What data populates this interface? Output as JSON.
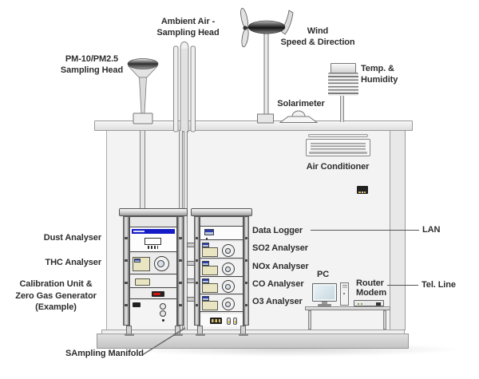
{
  "sensors": {
    "pm_head": {
      "line1": "PM-10/PM2.5",
      "line2": "Sampling Head"
    },
    "ambient_air": {
      "line1": "Ambient Air -",
      "line2": "Sampling Head"
    },
    "wind": {
      "line1": "Wind",
      "line2": "Speed & Direction"
    },
    "solarimeter": {
      "label": "Solarimeter"
    },
    "temp_humidity": {
      "line1": "Temp. &",
      "line2": "Humidity"
    }
  },
  "shelter": {
    "air_conditioner": "Air Conditioner",
    "sampling_manifold": "SAmpling Manifold"
  },
  "left_rack": {
    "dust": "Dust Analyser",
    "thc": "THC Analyser",
    "calibration": {
      "line1": "Calibration Unit &",
      "line2": "Zero Gas Generator",
      "line3": "(Example)"
    }
  },
  "right_rack": {
    "labels": [
      "Data Logger",
      "SO2 Analyser",
      "NOx Analyser",
      "CO Analyser",
      "O3 Analyser"
    ]
  },
  "network": {
    "lan": "LAN",
    "tel_line": "Tel. Line",
    "pc": "PC",
    "router": {
      "line1": "Router",
      "line2": "Modem"
    }
  },
  "colors": {
    "display_blue": "#151cc5",
    "panel_beige": "#e9e4c2",
    "led_red": "#d31212",
    "wall_gray": "#f3f3f3",
    "outline_gray": "#888888"
  }
}
